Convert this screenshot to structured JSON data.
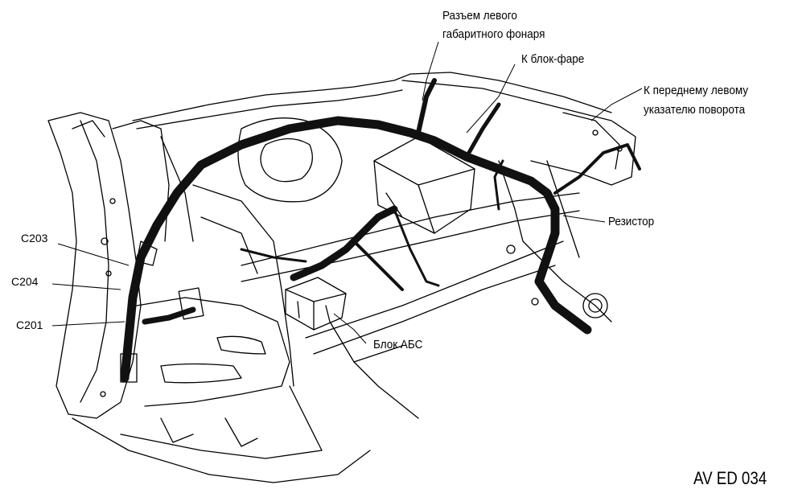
{
  "diagram": {
    "labels": {
      "side_marker_connector_line1": "Разъем левого",
      "side_marker_connector_line2": "габаритного фонаря",
      "to_headlamp": "К блок-фаре",
      "to_turn_signal_line1": "К переднему левому",
      "to_turn_signal_line2": "указателю поворота",
      "resistor": "Резистор",
      "abs_unit": "Блок АБС",
      "c203": "C203",
      "c204": "C204",
      "c201": "C201"
    },
    "figure_id": "AV ED 034",
    "colors": {
      "ink": "#000000",
      "paper": "#ffffff",
      "harness": "#111111"
    }
  }
}
